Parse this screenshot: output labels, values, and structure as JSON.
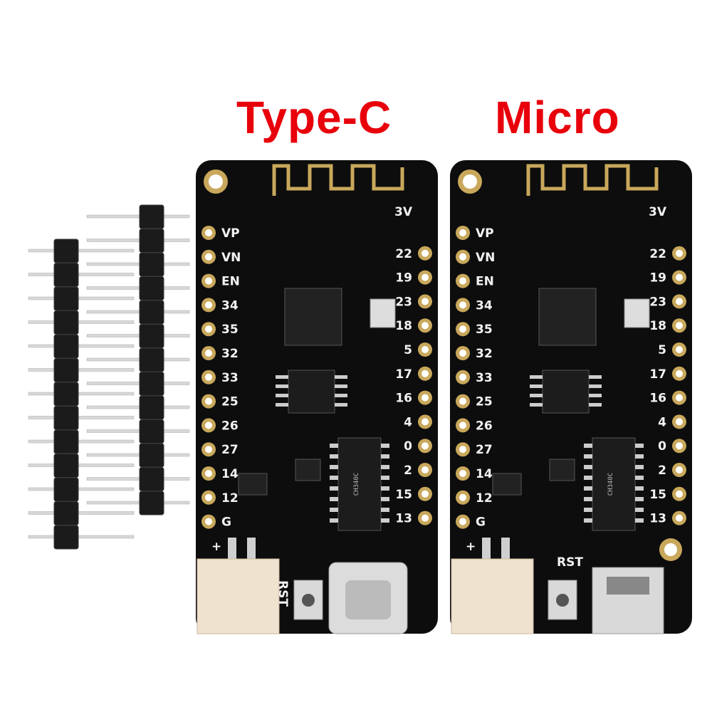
{
  "headings": {
    "left": "Type-C",
    "right": "Micro"
  },
  "boards": [
    {
      "variant": "Type-C",
      "left_pins": [
        "VP",
        "VN",
        "EN",
        "34",
        "35",
        "32",
        "33",
        "25",
        "26",
        "27",
        "14",
        "12",
        "G"
      ],
      "right_pins": [
        "3V",
        "22",
        "19",
        "23",
        "18",
        "5",
        "17",
        "16",
        "4",
        "0",
        "2",
        "15",
        "13"
      ],
      "usb_chip": "CH340C",
      "reset_label": "RST",
      "battery_plus": "+"
    },
    {
      "variant": "Micro",
      "left_pins": [
        "VP",
        "VN",
        "EN",
        "34",
        "35",
        "32",
        "33",
        "25",
        "26",
        "27",
        "14",
        "12",
        "G"
      ],
      "right_pins": [
        "3V",
        "22",
        "19",
        "23",
        "18",
        "5",
        "17",
        "16",
        "4",
        "0",
        "2",
        "15",
        "13"
      ],
      "usb_chip": "CH340C",
      "reset_label": "RST",
      "battery_plus": "+"
    }
  ],
  "colors": {
    "pcb": "#0d0d0d",
    "pad": "#c9a85c",
    "heading": "#e8000b",
    "connector": "#efe3cf"
  }
}
